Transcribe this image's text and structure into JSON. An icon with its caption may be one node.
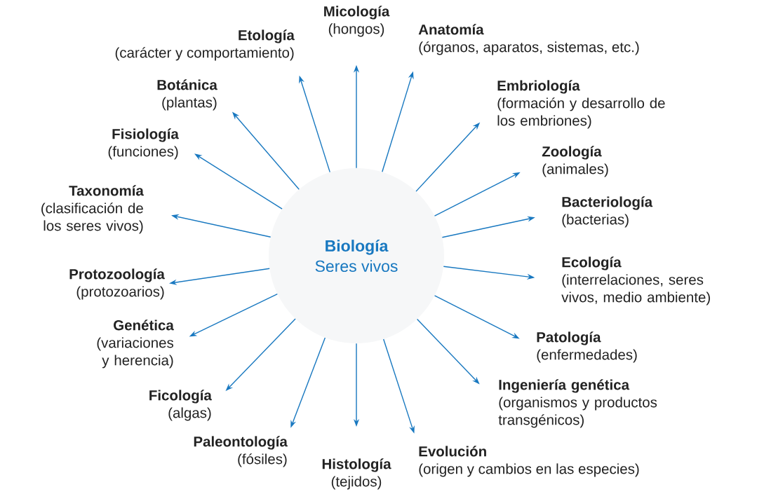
{
  "diagram": {
    "nodes": [
      {
        "text": [
          "Biología",
          "Seres vivos"
        ]
      },
      {
        "text": [
          "Micología",
          "(hongos)"
        ]
      },
      {
        "text": [
          "Anatomía",
          "(órganos, aparatos, sistemas, etc.)"
        ]
      },
      {
        "text": [
          "Embriología",
          "(formación y desarrollo de los embriones)"
        ]
      },
      {
        "text": [
          "Zoología",
          "(animales)"
        ]
      },
      {
        "text": [
          "Bacteriología",
          "(bacterias)"
        ]
      },
      {
        "text": [
          "Ecología",
          "(interrelaciones, seres vivos, medio ambiente)"
        ]
      },
      {
        "text": [
          "Patología",
          "(enfermedades)"
        ]
      },
      {
        "text": [
          "Ingeniería genética",
          "(organismos y productos transgénicos)"
        ]
      },
      {
        "text": [
          "Evolución",
          "(origen y cambios en las especies)"
        ]
      },
      {
        "text": [
          "Histología",
          "(tejidos)"
        ]
      },
      {
        "text": [
          "Paleontología",
          "(fósiles)"
        ]
      },
      {
        "text": [
          "Ficología",
          "(algas)"
        ]
      },
      {
        "text": [
          "Genética",
          "(variaciones y herencia)"
        ]
      },
      {
        "text": [
          "Protozoología",
          "(protozoarios)"
        ]
      },
      {
        "text": [
          "Taxonomía",
          "(clasificación de los seres vivos)"
        ]
      },
      {
        "text": [
          "Fisiología",
          "(funciones)"
        ]
      },
      {
        "text": [
          "Botánica",
          "(plantas)"
        ]
      },
      {
        "text": [
          "Etología",
          "(carácter y comportamiento)"
        ]
      }
    ],
    "edges": [
      {
        "from": 0,
        "to": 1,
        "arrow": "to"
      },
      {
        "from": 0,
        "to": 2,
        "arrow": "to"
      },
      {
        "from": 0,
        "to": 3,
        "arrow": "to"
      },
      {
        "from": 0,
        "to": 4,
        "arrow": "to"
      },
      {
        "from": 0,
        "to": 5,
        "arrow": "to"
      },
      {
        "from": 0,
        "to": 6,
        "arrow": "to"
      },
      {
        "from": 0,
        "to": 7,
        "arrow": "to"
      },
      {
        "from": 0,
        "to": 8,
        "arrow": "to"
      },
      {
        "from": 0,
        "to": 9,
        "arrow": "to"
      },
      {
        "from": 0,
        "to": 10,
        "arrow": "to"
      },
      {
        "from": 0,
        "to": 11,
        "arrow": "to"
      },
      {
        "from": 0,
        "to": 12,
        "arrow": "to"
      },
      {
        "from": 0,
        "to": 13,
        "arrow": "to"
      },
      {
        "from": 0,
        "to": 14,
        "arrow": "to"
      },
      {
        "from": 0,
        "to": 15,
        "arrow": "to"
      },
      {
        "from": 0,
        "to": 16,
        "arrow": "to"
      },
      {
        "from": 0,
        "to": 17,
        "arrow": "to"
      },
      {
        "from": 0,
        "to": 18,
        "arrow": "to"
      }
    ]
  }
}
